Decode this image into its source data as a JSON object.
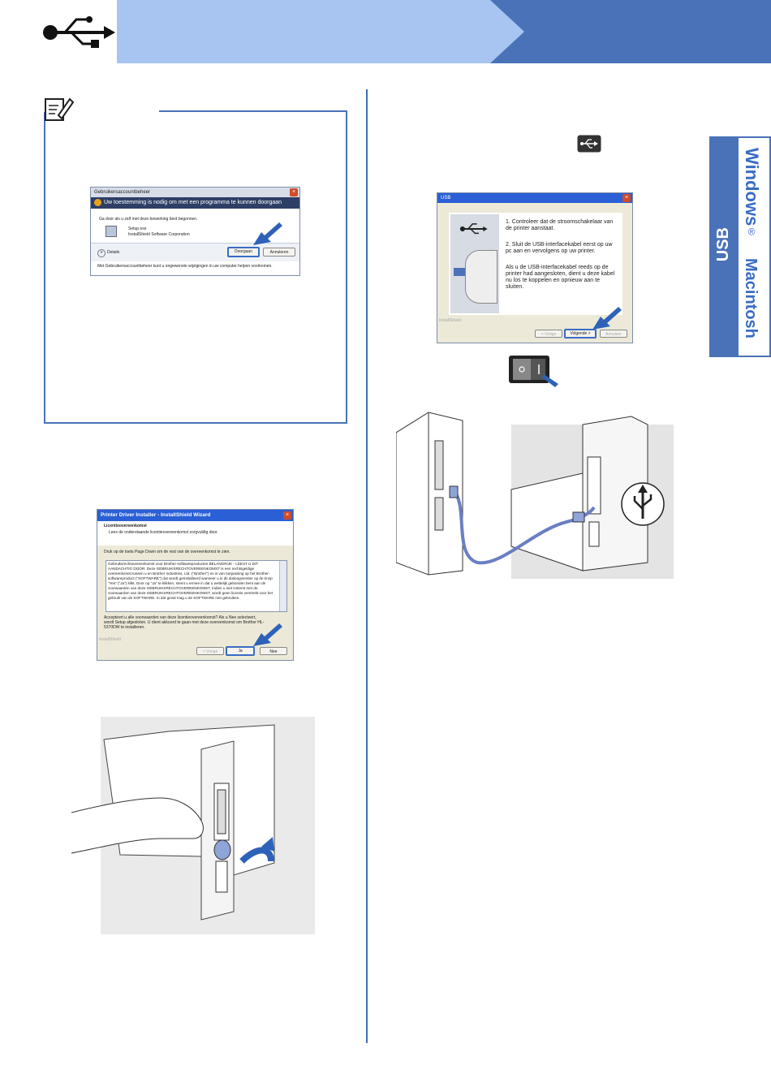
{
  "uac_dialog": {
    "title": "Gebruikersaccountbeheer",
    "warning": "Uw toestemming is nodig om met een programma te kunnen doorgaan",
    "intro": "Ga door als u zelf met deze bewerking bent begonnen.",
    "program_name": "Setup.exe",
    "publisher": "InstallShield Software Corporation",
    "details_label": "Details",
    "continue_label": "Doorgaan",
    "cancel_label": "Annuleren",
    "footer": "Met Gebruikersaccountbeheer kunt u ongewenste wijzigingen in uw computer helpen voorkomen."
  },
  "usb_dialog": {
    "title": "USB",
    "step1": "1. Controleer dat de stroomschakelaar van de printer aanstaat.",
    "step2": "2. Sluit de USB-interfacekabel eerst op uw pc aan en vervolgens op uw printer.",
    "step3": "Als u de USB-interfacekabel reeds op de printer had aangesloten, dient u deze kabel nu los te koppelen en opnieuw aan te sluiten.",
    "footer_brand": "InstallShield",
    "back_label": "< Vorige",
    "next_label": "Volgende >",
    "cancel_label": "Annuleer"
  },
  "license_dialog": {
    "title": "Printer Driver Installer - InstallShield Wizard",
    "heading": "Licentieovereenkomst",
    "subheading": "Lees de onderstaande licentieovereenkomst zorgvuldig door.",
    "instruction": "Druk op de toets Page Down om de rest van de overeenkomst te zien.",
    "license_text": "Gebruiksrechtovereenkomst voor Brother-softwareproducten BELANGRIJK - LEEST U DIT AANDACHTIG DOOR: Deze GEBRUIKSRECHTOVEREENKOMST is een rechtsgeldige overeenkomst tussen u en Brother Industries, Ltd. (\"Brother\") en is van toepassing op het Brother-softwareproduct (\"SOFTWARE\") dat wordt geïnstalleerd wanneer u in dit dialoogvenster op de knop \"Yes\" (\"Ja\") klikt. Door op \"Ja\" te klikken, stemt u ermee in dat u wettelijk gebonden bent aan de voorwaarden van deze GEBRUIKSRECHTOVEREENKOMST. Indien u niet instemt met de voorwaarden van deze GEBRUIKSRECHTOVEREENKOMST, wordt geen licentie verstrekt voor het gebruik van de SOFTWARE. In dat geval mag u de SOFTWARE niet gebruiken.",
    "question": "Accepteert u alle voorwaarden van deze licentieovereenkomst? Als u Nee selecteert, wordt Setup afgesloten. U dient akkoord te gaan met deze overeenkomst om Brother HL-5370DW te installeren.",
    "footer_brand": "InstallShield",
    "back_label": "< Vorige",
    "yes_label": "Ja",
    "no_label": "Nee"
  },
  "side_tabs": {
    "windows": "Windows",
    "registered": "®",
    "macintosh": "Macintosh",
    "usb": "USB"
  },
  "colors": {
    "header_dark": "#4a72b8",
    "header_light": "#a8c4f0",
    "accent_blue": "#3a6cc4"
  }
}
